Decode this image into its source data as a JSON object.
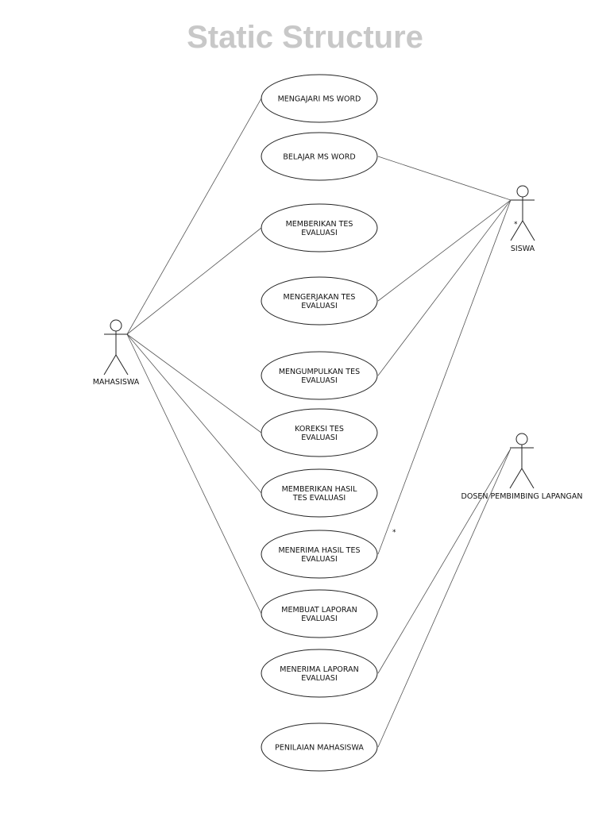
{
  "title": "Static Structure",
  "actors": {
    "mahasiswa": "MAHASISWA",
    "siswa": "SISWA",
    "dosen": "DOSEN PEMBIMBING LAPANGAN"
  },
  "use_cases": [
    {
      "id": "uc1",
      "lines": [
        "MENGAJARI MS WORD"
      ]
    },
    {
      "id": "uc2",
      "lines": [
        "BELAJAR MS WORD"
      ]
    },
    {
      "id": "uc3",
      "lines": [
        "MEMBERIKAN TES",
        "EVALUASI"
      ]
    },
    {
      "id": "uc4",
      "lines": [
        "MENGERJAKAN TES",
        "EVALUASI"
      ]
    },
    {
      "id": "uc5",
      "lines": [
        "MENGUMPULKAN TES",
        "EVALUASI"
      ]
    },
    {
      "id": "uc6",
      "lines": [
        "KOREKSI TES",
        "EVALUASI"
      ]
    },
    {
      "id": "uc7",
      "lines": [
        "MEMBERIKAN HASIL",
        "TES EVALUASI"
      ]
    },
    {
      "id": "uc8",
      "lines": [
        "MENERIMA HASIL TES",
        "EVALUASI"
      ]
    },
    {
      "id": "uc9",
      "lines": [
        "MEMBUAT LAPORAN",
        "EVALUASI"
      ]
    },
    {
      "id": "uc10",
      "lines": [
        "MENERIMA LAPORAN",
        "EVALUASI"
      ]
    },
    {
      "id": "uc11",
      "lines": [
        "PENILAIAN MAHASISWA"
      ]
    }
  ],
  "associations": [
    {
      "from": "mahasiswa",
      "to": "uc1"
    },
    {
      "from": "mahasiswa",
      "to": "uc3"
    },
    {
      "from": "mahasiswa",
      "to": "uc6"
    },
    {
      "from": "mahasiswa",
      "to": "uc7"
    },
    {
      "from": "mahasiswa",
      "to": "uc9"
    },
    {
      "from": "siswa",
      "to": "uc2"
    },
    {
      "from": "siswa",
      "to": "uc4"
    },
    {
      "from": "siswa",
      "to": "uc5"
    },
    {
      "from": "siswa",
      "to": "uc8"
    },
    {
      "from": "dosen",
      "to": "uc10"
    },
    {
      "from": "dosen",
      "to": "uc11"
    }
  ],
  "multiplicity_marks": [
    "*",
    "*"
  ]
}
